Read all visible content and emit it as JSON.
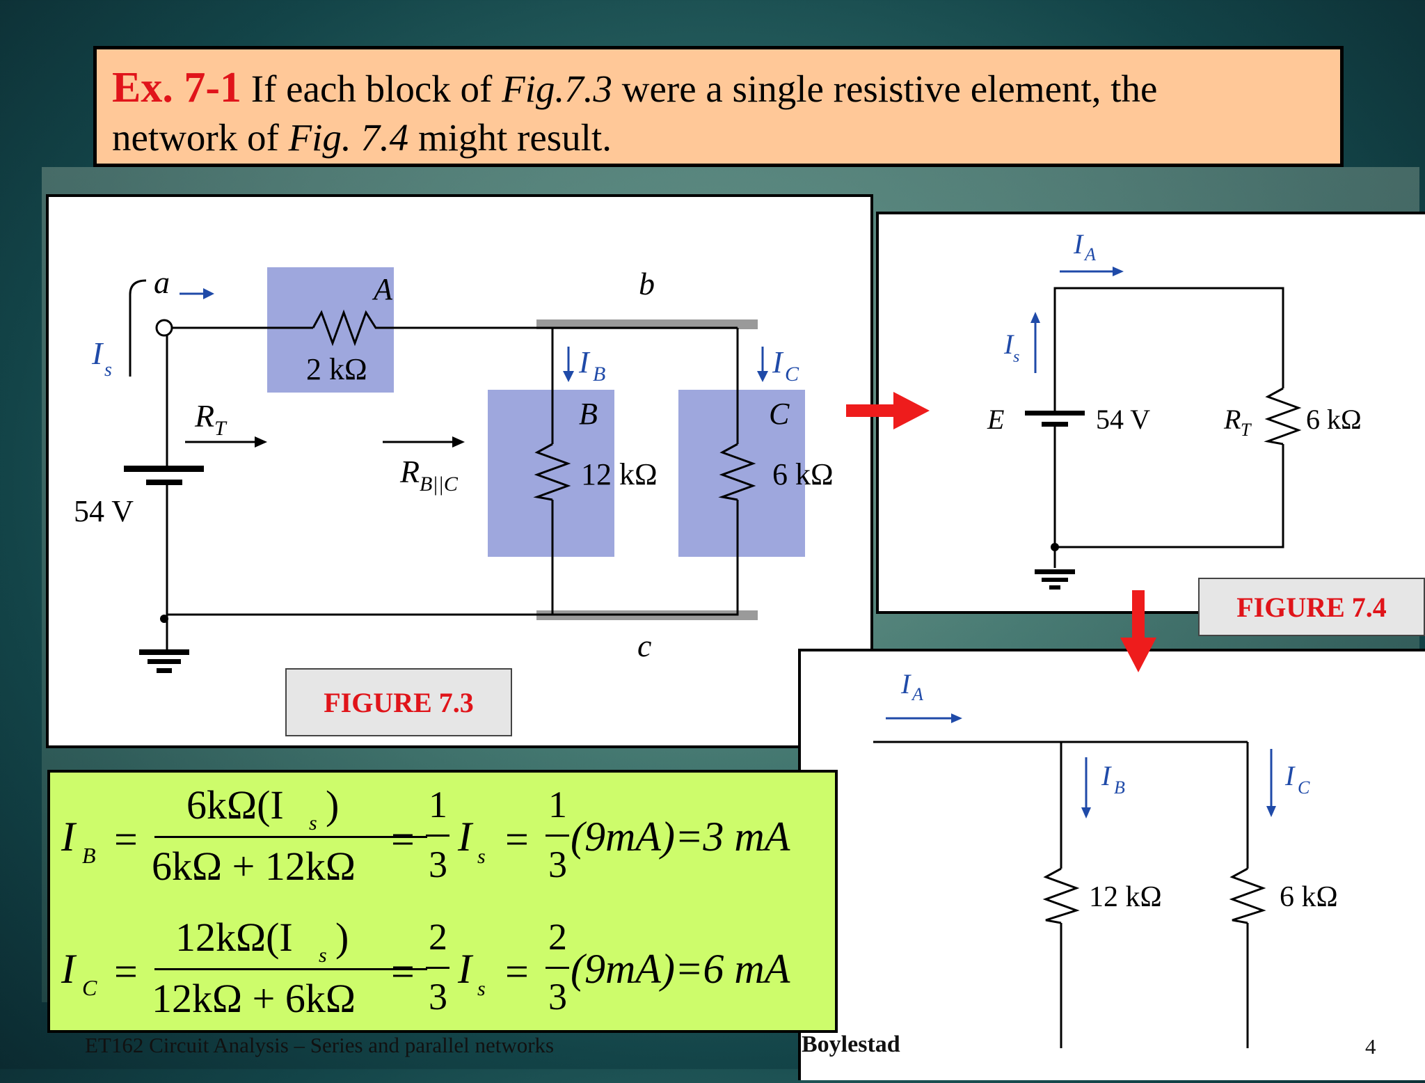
{
  "title": {
    "ex_label": "Ex. 7-1",
    "text_part1": "If each block of",
    "fig_ref1": "Fig.7.3",
    "text_part2": "were a single resistive element, the",
    "text_part3": "network of",
    "fig_ref2": "Fig. 7.4",
    "text_part4": "might result."
  },
  "figure_7_3": {
    "label": "FIGURE 7.3",
    "node_a": "a",
    "node_b": "b",
    "node_c": "c",
    "is_label": "I",
    "is_sub": "s",
    "rt_label": "R",
    "rt_sub": "T",
    "rbc_label": "R",
    "rbc_sub": "B||C",
    "source": "54 V",
    "block_a": "A",
    "block_b": "B",
    "block_c": "C",
    "r_a": "2 kΩ",
    "r_b": "12 kΩ",
    "r_c": "6 kΩ",
    "ib_label": "I",
    "ib_sub": "B",
    "ic_label": "I",
    "ic_sub": "C"
  },
  "figure_7_4": {
    "label": "FIGURE 7.4",
    "ia_label": "I",
    "ia_sub": "A",
    "is_label": "I",
    "is_sub": "s",
    "e_label": "E",
    "source": "54 V",
    "rt_label": "R",
    "rt_sub": "T",
    "rt_value": "6 kΩ"
  },
  "figure_bottom": {
    "ia_label": "I",
    "ia_sub": "A",
    "ib_label": "I",
    "ib_sub": "B",
    "ic_label": "I",
    "ic_sub": "C",
    "r1": "12 kΩ",
    "r2": "6 kΩ"
  },
  "formulas": {
    "ib_lhs": "I",
    "ib_lhs_sub": "B",
    "ib_num": "6kΩ(I",
    "ib_num_sub": "s",
    "ib_num_close": ")",
    "ib_den": "6kΩ + 12kΩ",
    "ib_frac_num": "1",
    "ib_frac_den": "3",
    "ib_result": "(9mA)=3 mA",
    "ic_lhs": "I",
    "ic_lhs_sub": "C",
    "ic_num": "12kΩ(I",
    "ic_num_sub": "s",
    "ic_num_close": ")",
    "ic_den": "12kΩ + 6kΩ",
    "ic_frac_num": "2",
    "ic_frac_den": "3",
    "ic_result": "(9mA)=6 mA",
    "is_sym": "I",
    "is_sub": "s",
    "eq": "="
  },
  "footer": {
    "course": "ET162 Circuit Analysis – Series and parallel networks",
    "author": "Boylestad",
    "page": "4"
  },
  "colors": {
    "title_bg": "#ffc898",
    "title_accent": "#e0141a",
    "block_fill": "#9ea7dd",
    "formula_bg": "#cdfc6b",
    "arrow_blue": "#1f4aa8",
    "arrow_red": "#ee1c1c"
  }
}
